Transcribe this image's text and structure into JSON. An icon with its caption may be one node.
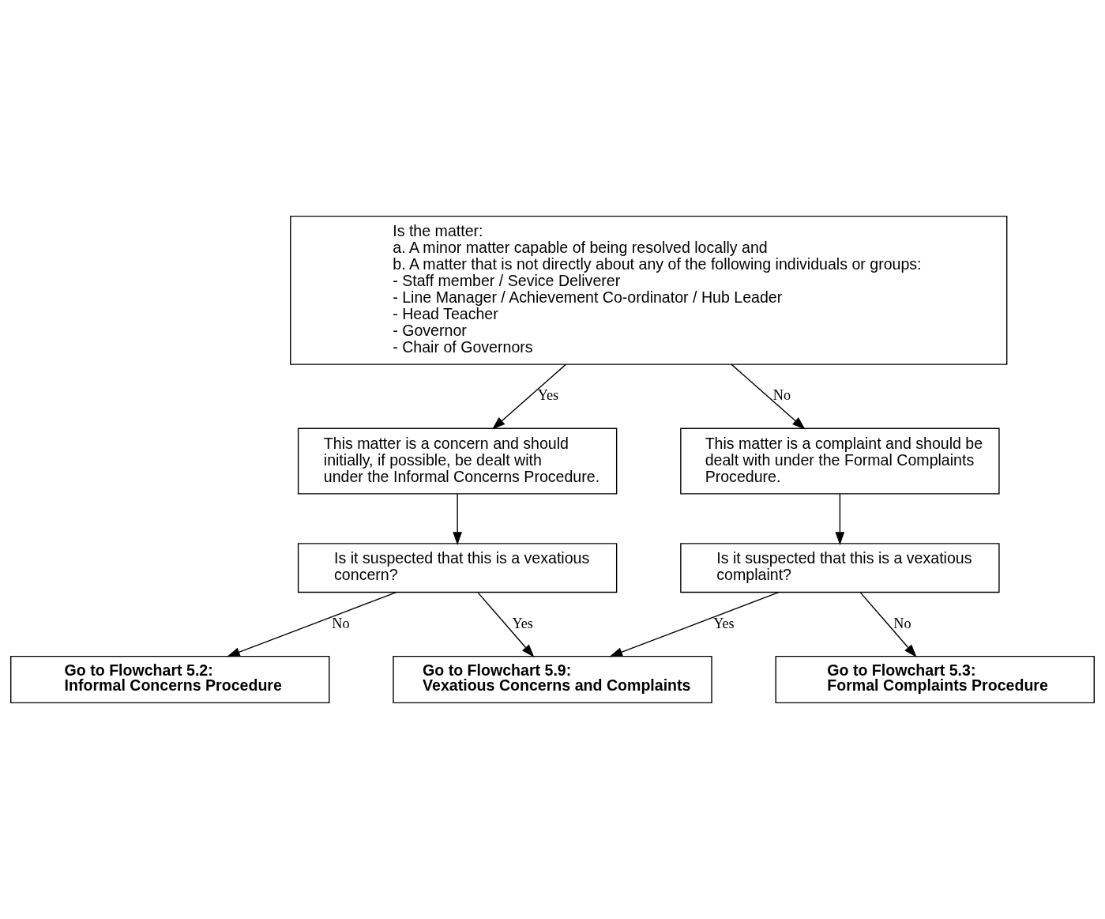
{
  "diagram": {
    "nodes": [
      {
        "text": [
          "Is the matter:",
          "a. A minor matter capable of being resolved locally and",
          "b. A matter that is not directly about any of the following individuals or groups:",
          "- Staff member / Sevice Deliverer",
          "- Line Manager / Achievement Co-ordinator / Hub Leader",
          "- Head Teacher",
          "- Governor",
          "- Chair of Governors"
        ]
      },
      {
        "text": [
          "This matter is a concern and should initially, if possible, be dealt with under the Informal Concerns Procedure."
        ]
      },
      {
        "text": [
          "This matter is a complaint and should be dealt with under the Formal Complaints Procedure."
        ]
      },
      {
        "text": [
          "Is it suspected that this is a vexatious concern?"
        ]
      },
      {
        "text": [
          "Is it suspected that this is a vexatious complaint?"
        ]
      },
      {
        "text": [
          "Go to Flowchart 5.2:",
          "Informal Concerns Procedure"
        ]
      },
      {
        "text": [
          "Go to Flowchart 5.3:",
          "Formal Complaints Procedure"
        ]
      },
      {
        "text": [
          "Go to Flowchart 5.9:",
          "Vexatious Concerns and Complaints"
        ]
      }
    ],
    "edges": [
      {
        "from": 0,
        "to": 1,
        "arrow": "to",
        "label": "Yes"
      },
      {
        "from": 0,
        "to": 2,
        "arrow": "to",
        "label": "No"
      },
      {
        "from": 1,
        "to": 3,
        "arrow": "to"
      },
      {
        "from": 2,
        "to": 4,
        "arrow": "to"
      },
      {
        "from": 3,
        "to": 7,
        "arrow": "to",
        "label": "Yes"
      },
      {
        "from": 4,
        "to": 7,
        "arrow": "to",
        "label": "Yes"
      },
      {
        "from": 3,
        "to": 5,
        "arrow": "to",
        "label": "No"
      },
      {
        "from": 4,
        "to": 6,
        "arrow": "to",
        "label": "No"
      }
    ]
  }
}
